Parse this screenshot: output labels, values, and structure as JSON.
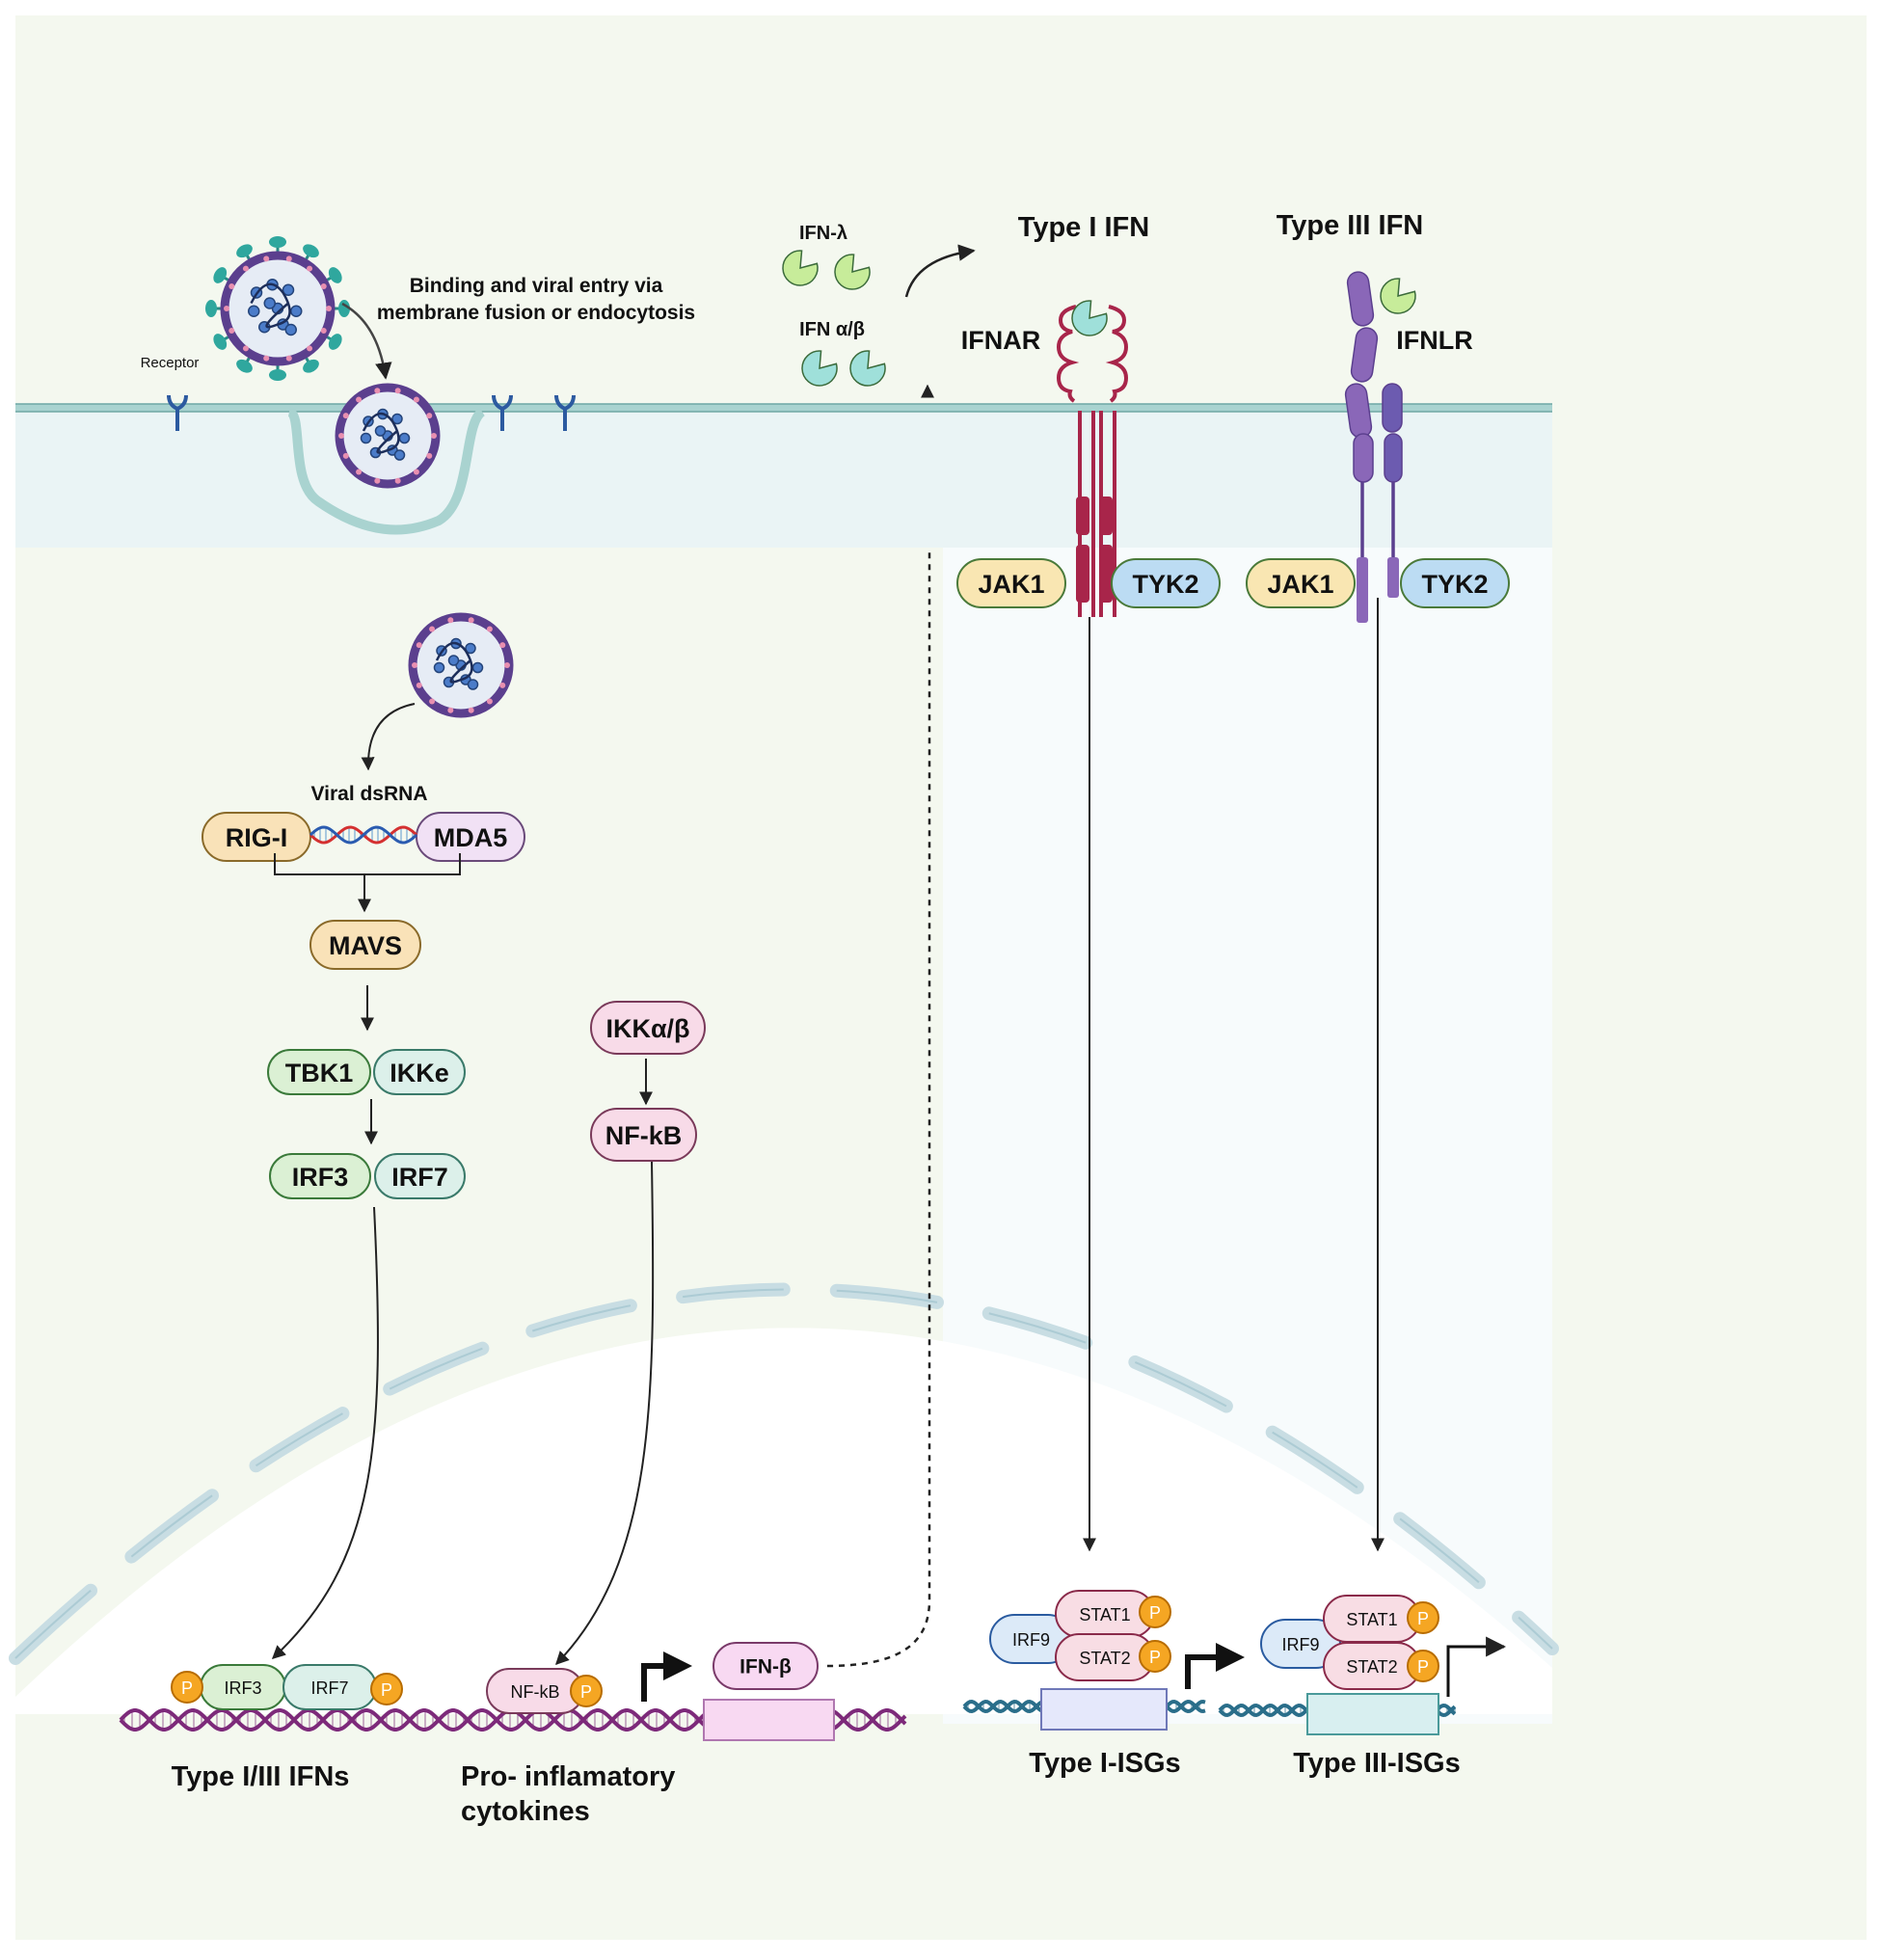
{
  "entry": {
    "label_line1": "Binding and viral entry via",
    "label_line2": "membrane fusion or endocytosis",
    "receptor_label": "Receptor"
  },
  "interferons": {
    "ifn_lambda": "IFN-λ",
    "ifn_ab": "IFN α/β",
    "type_i_title": "Type I IFN",
    "type_iii_title": "Type III IFN",
    "ifnar": "IFNAR",
    "ifnlr": "IFNLR",
    "jak1": "JAK1",
    "tyk2": "TYK2"
  },
  "cytoplasm": {
    "viral_dsrna": "Viral dsRNA",
    "rig_i": "RIG-I",
    "mda5": "MDA5",
    "mavs": "MAVS",
    "tbk1": "TBK1",
    "ikke": "IKKe",
    "irf3": "IRF3",
    "irf7": "IRF7",
    "ikk_ab": "IKKα/β",
    "nfkb": "NF-kB"
  },
  "nucleus": {
    "irf3": "IRF3",
    "irf7": "IRF7",
    "nfkb": "NF-kB",
    "ifn_beta": "IFN-β",
    "phospho": "P",
    "type_i_iii_ifns": "Type I/III IFNs",
    "pro_inflam_line1": "Pro- inflamatory",
    "pro_inflam_line2": "cytokines",
    "irf9": "IRF9",
    "stat1": "STAT1",
    "stat2": "STAT2",
    "type_i_isgs": "Type I-ISGs",
    "type_iii_isgs": "Type III-ISGs"
  },
  "colors": {
    "cytoplasm": "#f4f8ef",
    "membrane": "#a9d3d0",
    "nucleus_envelope": "#c8dde3",
    "virus_capsid": "#5b3f8e",
    "dna": "#7d2a7a",
    "ifnar": "#a8254a",
    "ifnlr": "#8a67b8",
    "phospho": "#f39c12"
  }
}
